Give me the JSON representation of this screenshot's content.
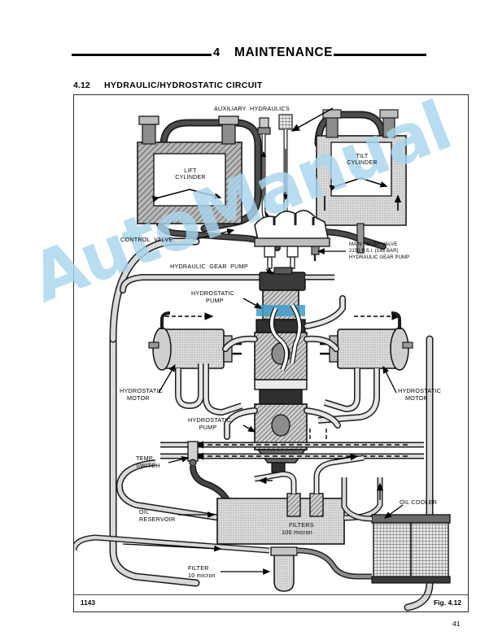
{
  "header": {
    "chapter_number": "4",
    "chapter_title": "MAINTENANCE"
  },
  "section": {
    "number": "4.12",
    "title": "HYDRAULIC/HYDROSTATIC CIRCUIT"
  },
  "figure": {
    "code": "1143",
    "label": "Fig. 4.12",
    "callouts": {
      "auxiliary_hydraulics": "AUXILIARY  HYDRAULICS",
      "lift_cylinder": "LIFT\nCYLINDER",
      "tilt_cylinder": "TILT\nCYLINDER",
      "control_valve": "CONTROL  VALVE",
      "main_relief_valve_line1": "MAIN RELIEF VALVE",
      "main_relief_valve_line2": "2150 P.S.I. (148 BAR)",
      "main_relief_valve_line3": "HYDRAULIC GEAR PUMP",
      "hydraulic_gear_pump": "HYDRAULIC  GEAR  PUMP",
      "hydrostatic_pump_upper": "HYDROSTATIC\n        PUMP",
      "hydrostatic_pump_lower": "HYDROSTATIC\n      PUMP",
      "hydrostatic_motor_left": "HYDROSTATIC\n    MOTOR",
      "hydrostatic_motor_right": "HYDROSTATIC\n    MOTOR",
      "temp_switch": "TEMP.\nSWITCH",
      "oil_reservoir": "OIL\nRESERVOIR",
      "filters_line1": "FILTERS",
      "filters_line2": "100 micron",
      "filter_line1": "FILTER",
      "filter_line2": "10 micron",
      "oil_cooler": "OIL COOLER"
    }
  },
  "watermark": {
    "text": "AutoManual",
    "color": "#a9d6ee"
  },
  "page": {
    "number": "41"
  },
  "colors": {
    "ink": "#000000",
    "frame": "#2b2b2b",
    "hose_fill": "#d9d9d9",
    "component_fill": "#9a9a9a",
    "dark_component": "#4a4a4a",
    "highlight_blue": "#3f9ec9"
  }
}
